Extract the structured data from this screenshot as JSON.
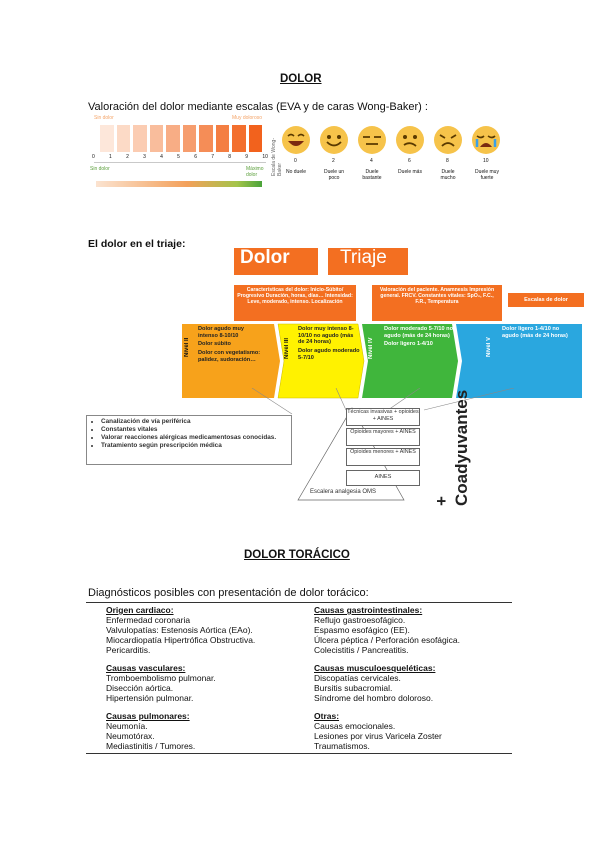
{
  "title_dolor": "DOLOR",
  "intro_valoracion": "Valoración del dolor mediante escalas (EVA y de caras Wong-Baker) :",
  "eva": {
    "top_left": "Sin dolor",
    "top_right": "Muy doloroso",
    "ticks": [
      "0",
      "1",
      "2",
      "3",
      "4",
      "5",
      "6",
      "7",
      "8",
      "9",
      "10"
    ],
    "bottom_left": "Sin dolor",
    "bottom_right": "Máximo dolor",
    "side_label": "Escala de Wong-Baker"
  },
  "faces": {
    "numbers": [
      "0",
      "2",
      "4",
      "6",
      "8",
      "10"
    ],
    "labels": [
      "No duele",
      "Duele un poco",
      "Duele bastante",
      "Duele más",
      "Duele mucho",
      "Duele muy fuerte"
    ]
  },
  "triaje_heading": "El dolor en el triaje:",
  "triaje": {
    "box_dolor": "Dolor",
    "box_triaje": "Triaje",
    "caracteristicas": "Características del dolor: Inicio-Súbito/ Progresivo Duración, horas, días… Intensidad: Leve, moderado, intenso. Localización",
    "valoracion": "Valoración del paciente. Anamnesis Impresión general. FRCV. Constantes vitales: SpO₂, F.C., F.R., Temperatura",
    "escalas": "Escalas de dolor",
    "levels": [
      {
        "tag": "Nivel II",
        "lines": [
          "Dolor agudo muy intenso 8-10/10",
          "Dolor súbito",
          "Dolor con vegetatismo: palidez, sudoración…"
        ]
      },
      {
        "tag": "Nivel III",
        "lines": [
          "Dolor muy intenso 8-10/10 no agudo (más de 24 horas)",
          "Dolor agudo moderado 5-7/10"
        ]
      },
      {
        "tag": "Nivel IV",
        "lines": [
          "Dolor moderado 5-7/10 no agudo (más de 24 horas)",
          "Dolor ligero 1-4/10"
        ]
      },
      {
        "tag": "Nivel V",
        "lines": [
          "Dolor ligero 1-4/10 no agudo (más de 24 horas)"
        ]
      }
    ],
    "actions": [
      "Canalización de vía periférica",
      "Constantes vitales",
      "Valorar reacciones alérgicas medicamentosas conocidas.",
      "Tratamiento según prescripción médica"
    ],
    "pyramid": [
      "Técnicas invasivas + opioides + AINES",
      "Opioides mayores + AINES",
      "Opioides menores + AINES",
      "AINES"
    ],
    "pyramid_caption": "Escalera analgesia OMS",
    "coadyuvantes": "+ Coadyuvantes"
  },
  "title_toracico": "DOLOR TORÁCICO",
  "diagnosticos_intro": "Diagnósticos posibles con presentación de dolor torácico:",
  "diagnosticos": [
    {
      "head": "Origen cardiaco:",
      "items": [
        "Enfermedad coronaria",
        "Valvulopatías: Estenosis Aórtica (EAo).",
        "Miocardiopatía Hipertrófica Obstructiva.",
        "Pericarditis."
      ]
    },
    {
      "head": "Causas gastrointestinales:",
      "items": [
        "Reflujo gastroesofágico.",
        "Espasmo esofágico (EE).",
        "Úlcera péptica / Perforación esofágica.",
        "Colecistitis / Pancreatitis."
      ]
    },
    {
      "head": "Causas vasculares:",
      "items": [
        "Tromboembolismo pulmonar.",
        "Disección aórtica.",
        "Hipertensión pulmonar."
      ]
    },
    {
      "head": "Causas musculoesqueléticas:",
      "items": [
        "Discopatías cervicales.",
        "Bursitis subacromial.",
        "Síndrome del hombro doloroso."
      ]
    },
    {
      "head": "Causas pulmonares:",
      "items": [
        "Neumonía.",
        "Neumotórax.",
        "Mediastinitis / Tumores."
      ]
    },
    {
      "head": "Otras:",
      "items": [
        "Causas emocionales.",
        "Lesiones por virus Varicela Zoster",
        "Traumatismos."
      ]
    }
  ],
  "colors": {
    "orange": "#f36f21",
    "amber": "#f7a21b",
    "yellow": "#fff200",
    "green": "#40b63c",
    "blue": "#2aa7df"
  }
}
